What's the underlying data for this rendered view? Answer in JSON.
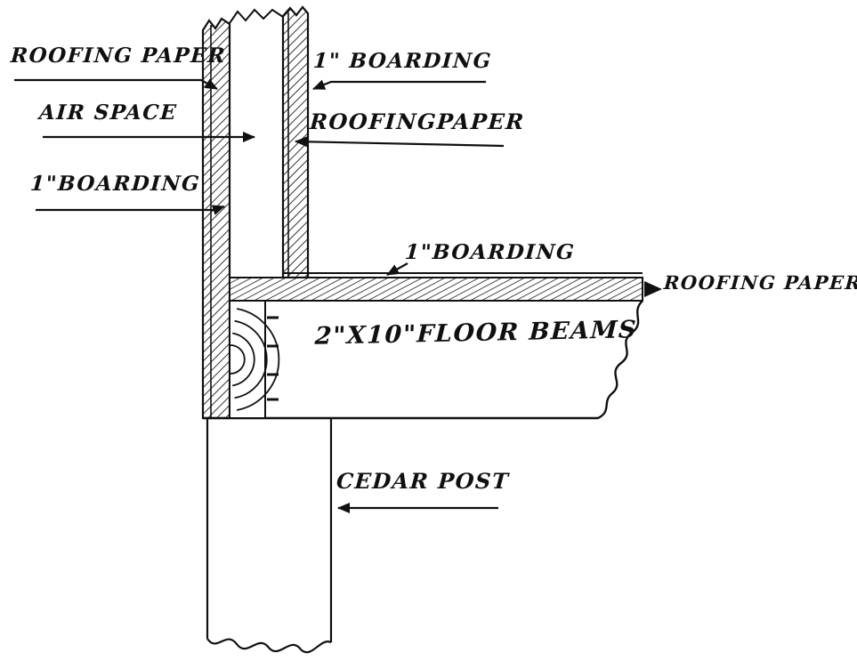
{
  "diagram": {
    "labels": {
      "roofing_paper_top": "ROOFING PAPER",
      "boarding_top": "1\" BOARDING",
      "air_space": "AIR SPACE",
      "roofing_paper_mid": "ROOFINGPAPER",
      "boarding_left": "1\"BOARDING",
      "boarding_floor": "1\"BOARDING",
      "roofing_paper_right": "ROOFING PAPER",
      "floor_beams": "2\"X10\"FLOOR BEAMS",
      "cedar_post": "CEDAR POST"
    },
    "colors": {
      "ink": "#101010",
      "paper": "#ffffff"
    }
  }
}
